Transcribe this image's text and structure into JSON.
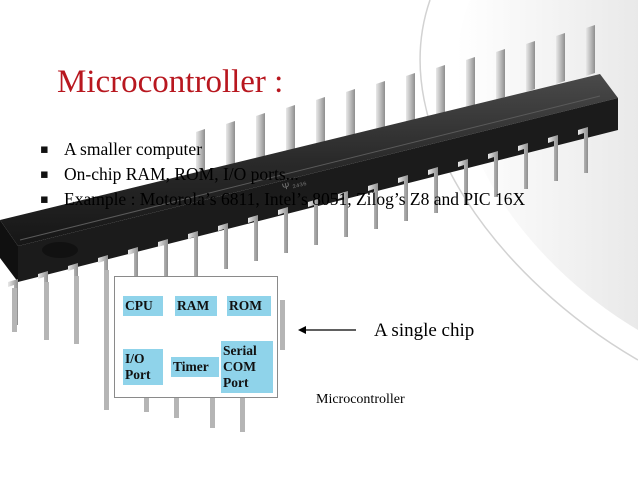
{
  "slide": {
    "title": "Microcontroller :",
    "bullet_icon": "square-bullet-icon",
    "bullets": [
      {
        "text": "A smaller computer"
      },
      {
        "text": "On-chip RAM, ROM, I/O ports..."
      },
      {
        "text": "Example  :  Motorola’s 6811, Intel’s 8051, Zilog’s Z8 and PIC 16X"
      }
    ],
    "diagram": {
      "cells": [
        {
          "label": "CPU"
        },
        {
          "label": "RAM"
        },
        {
          "label": "ROM"
        },
        {
          "label": "I/O Port"
        },
        {
          "label": "Timer"
        },
        {
          "label": "Serial COM Port"
        }
      ]
    },
    "callout": "A single chip",
    "caption": "Microcontroller",
    "colors": {
      "title": "#b8171f",
      "cell_fill": "#8fd3ea",
      "chip_body": "#2a2a2a",
      "pins": "#c9c9c9"
    }
  }
}
